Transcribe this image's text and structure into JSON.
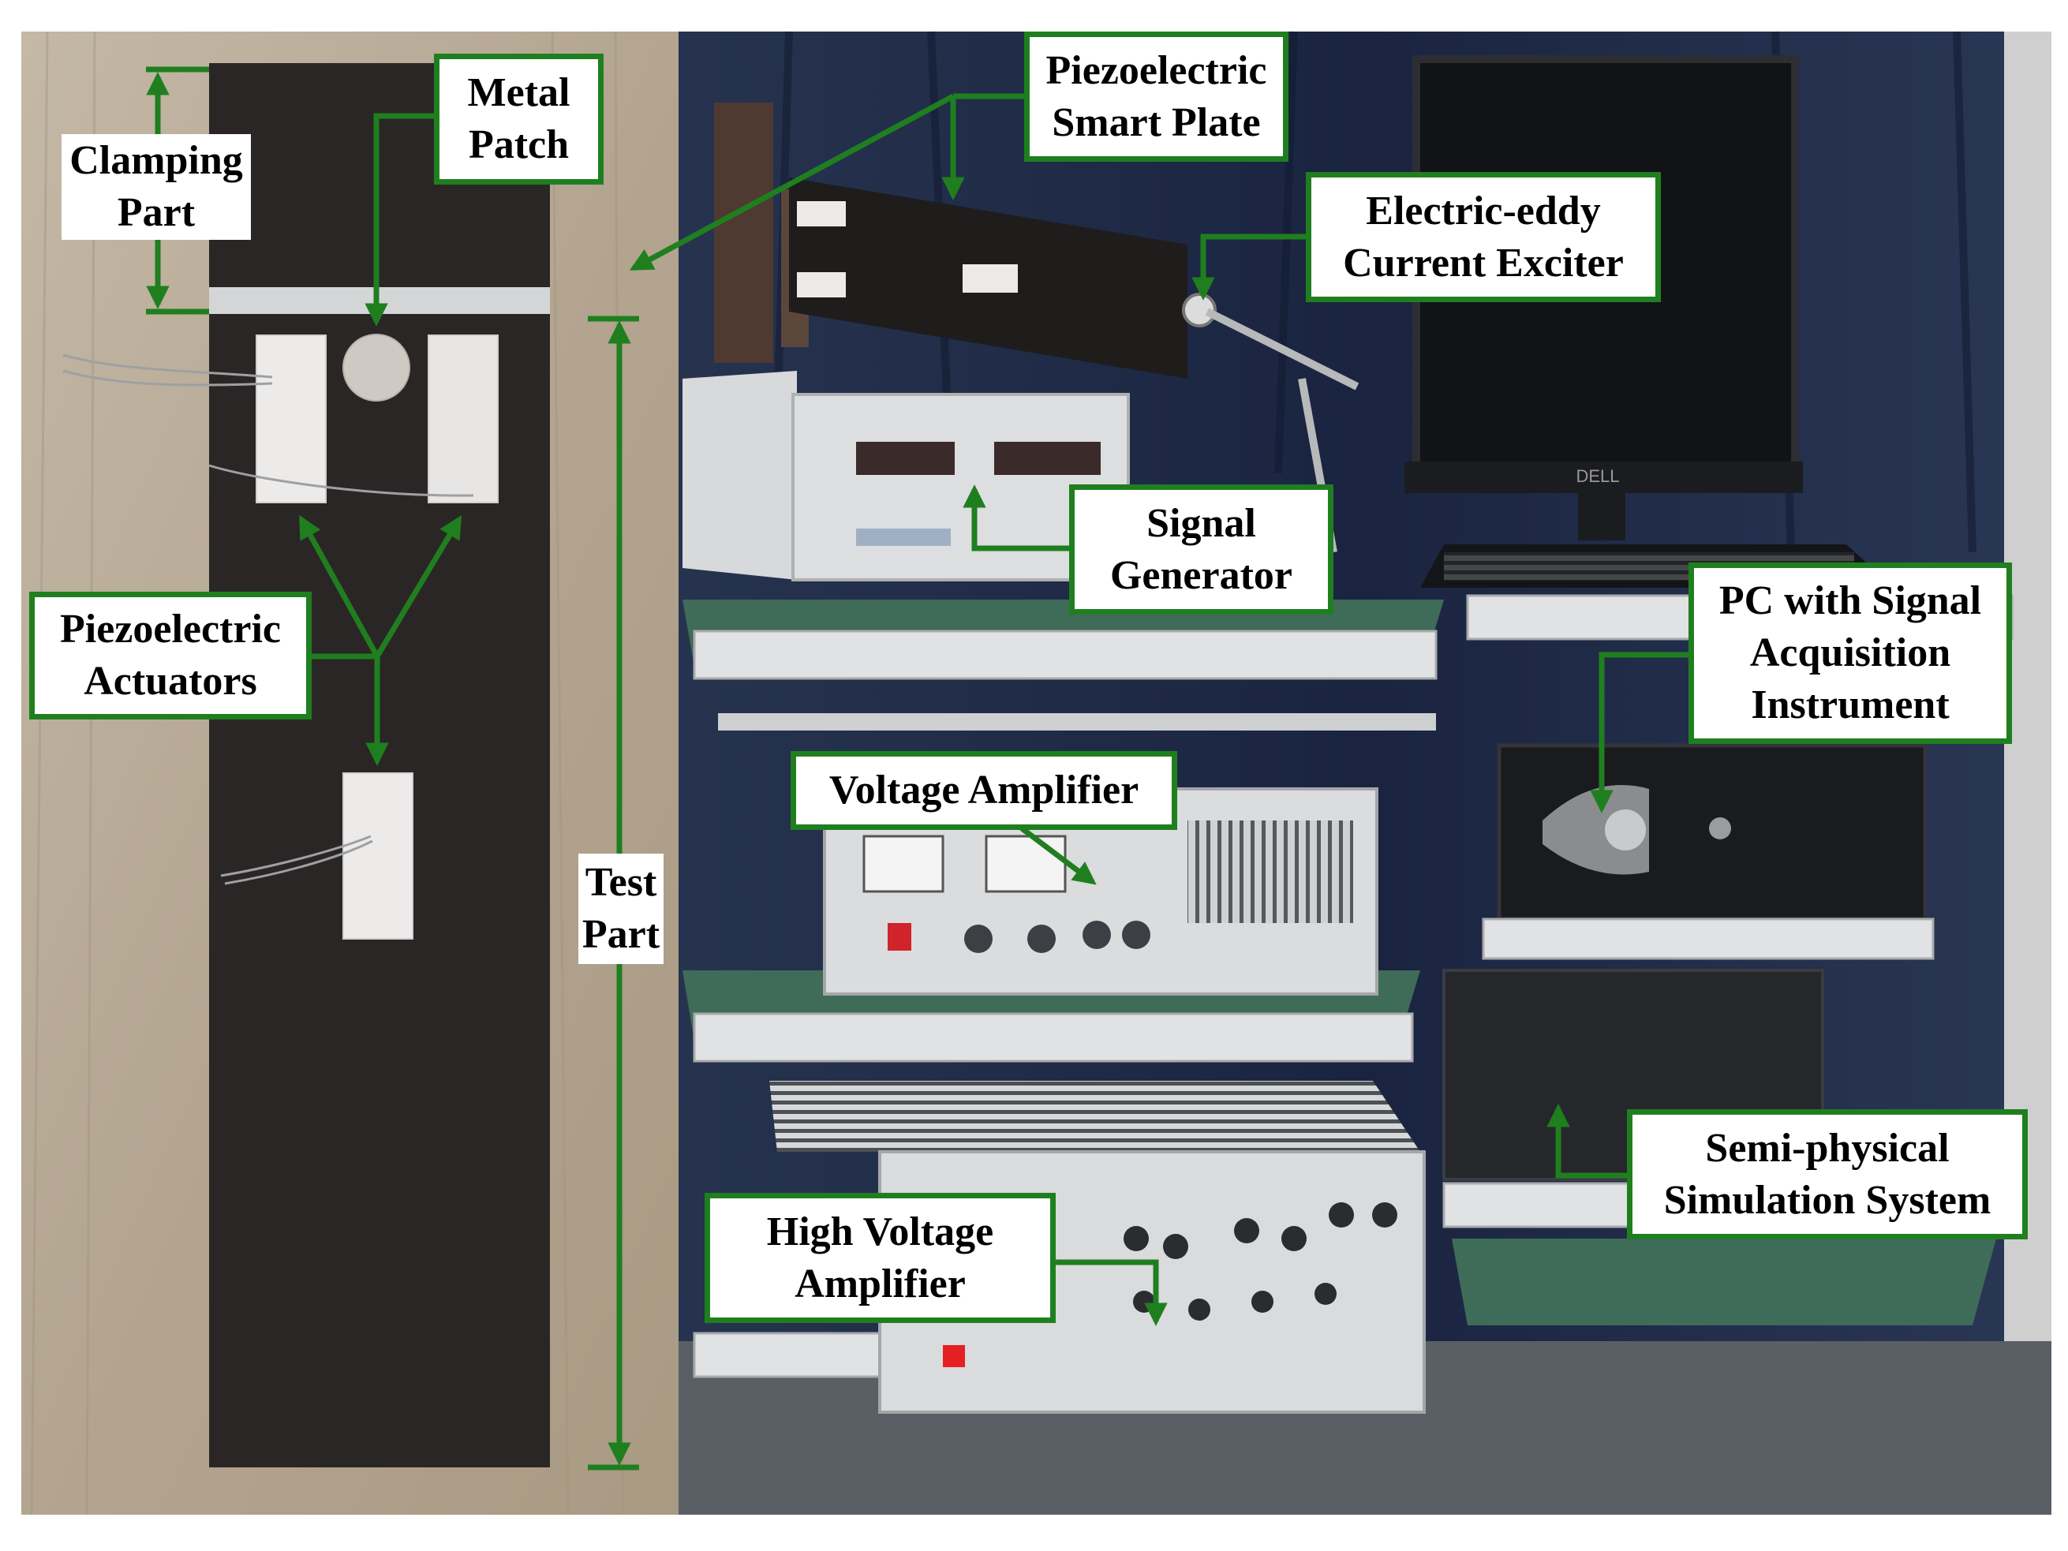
{
  "figure": {
    "labels": {
      "clamping_part": [
        "Clamping",
        "Part"
      ],
      "metal_patch": [
        "Metal",
        "Patch"
      ],
      "piezo_actuators": [
        "Piezoelectric",
        "Actuators"
      ],
      "test_part": [
        "Test",
        "Part"
      ],
      "smart_plate": [
        "Piezoelectric",
        "Smart Plate"
      ],
      "eddy_exciter": [
        "Electric-eddy",
        "Current Exciter"
      ],
      "signal_generator": [
        "Signal",
        "Generator"
      ],
      "pc_acquisition": [
        "PC with Signal",
        "Acquisition",
        "Instrument"
      ],
      "voltage_amplifier": [
        "Voltage Amplifier"
      ],
      "semi_physical": [
        "Semi-physical",
        "Simulation System"
      ],
      "high_voltage_amplifier": [
        "High Voltage",
        "Amplifier"
      ]
    },
    "monitor_brand": "DELL",
    "colors": {
      "annotation_green": "#1f7f1f",
      "wood_panel": "#b9ab96",
      "plate_black": "#2b2626",
      "curtain_blue": "#1e2a45",
      "equipment_gray": "#d9dadb"
    }
  }
}
